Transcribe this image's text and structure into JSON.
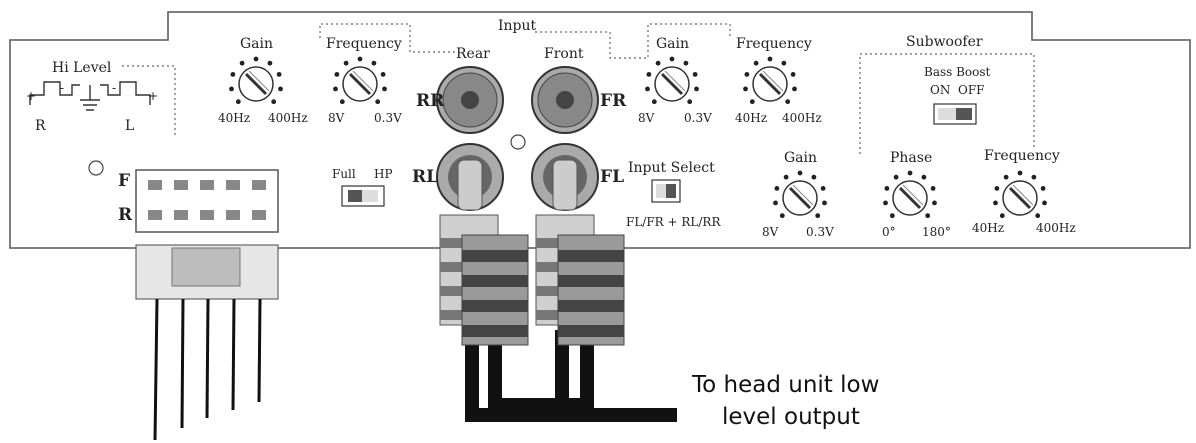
{
  "hi_level": {
    "label": "Hi Level",
    "r_label": "R",
    "l_label": "L",
    "plus": "+",
    "minus": "-"
  },
  "rear_channel": {
    "gain": {
      "label": "Gain",
      "min": "40Hz",
      "max": "400Hz"
    },
    "frequency": {
      "label": "Frequency",
      "min": "8V",
      "max": "0.3V"
    },
    "switch": {
      "left": "Full",
      "right": "HP"
    }
  },
  "input": {
    "title": "Input",
    "rear_label": "Rear",
    "front_label": "Front",
    "jacks": {
      "rr": "RR",
      "fr": "FR",
      "rl": "RL",
      "fl": "FL"
    }
  },
  "front_channel": {
    "gain": {
      "label": "Gain",
      "min": "8V",
      "max": "0.3V"
    },
    "frequency": {
      "label": "Frequency",
      "min": "40Hz",
      "max": "400Hz"
    }
  },
  "input_select": {
    "label": "Input Select",
    "option": "FL/FR + RL/RR"
  },
  "subwoofer": {
    "title": "Subwoofer",
    "bass_boost": {
      "label": "Bass Boost",
      "on": "ON",
      "off": "OFF"
    },
    "gain": {
      "label": "Gain",
      "min": "8V",
      "max": "0.3V"
    },
    "phase": {
      "label": "Phase",
      "min": "0°",
      "max": "180°"
    },
    "frequency": {
      "label": "Frequency",
      "min": "40Hz",
      "max": "400Hz"
    }
  },
  "connector": {
    "f_label": "F",
    "r_label": "R"
  },
  "caption": {
    "line1": "To head unit low",
    "line2": "level output"
  }
}
